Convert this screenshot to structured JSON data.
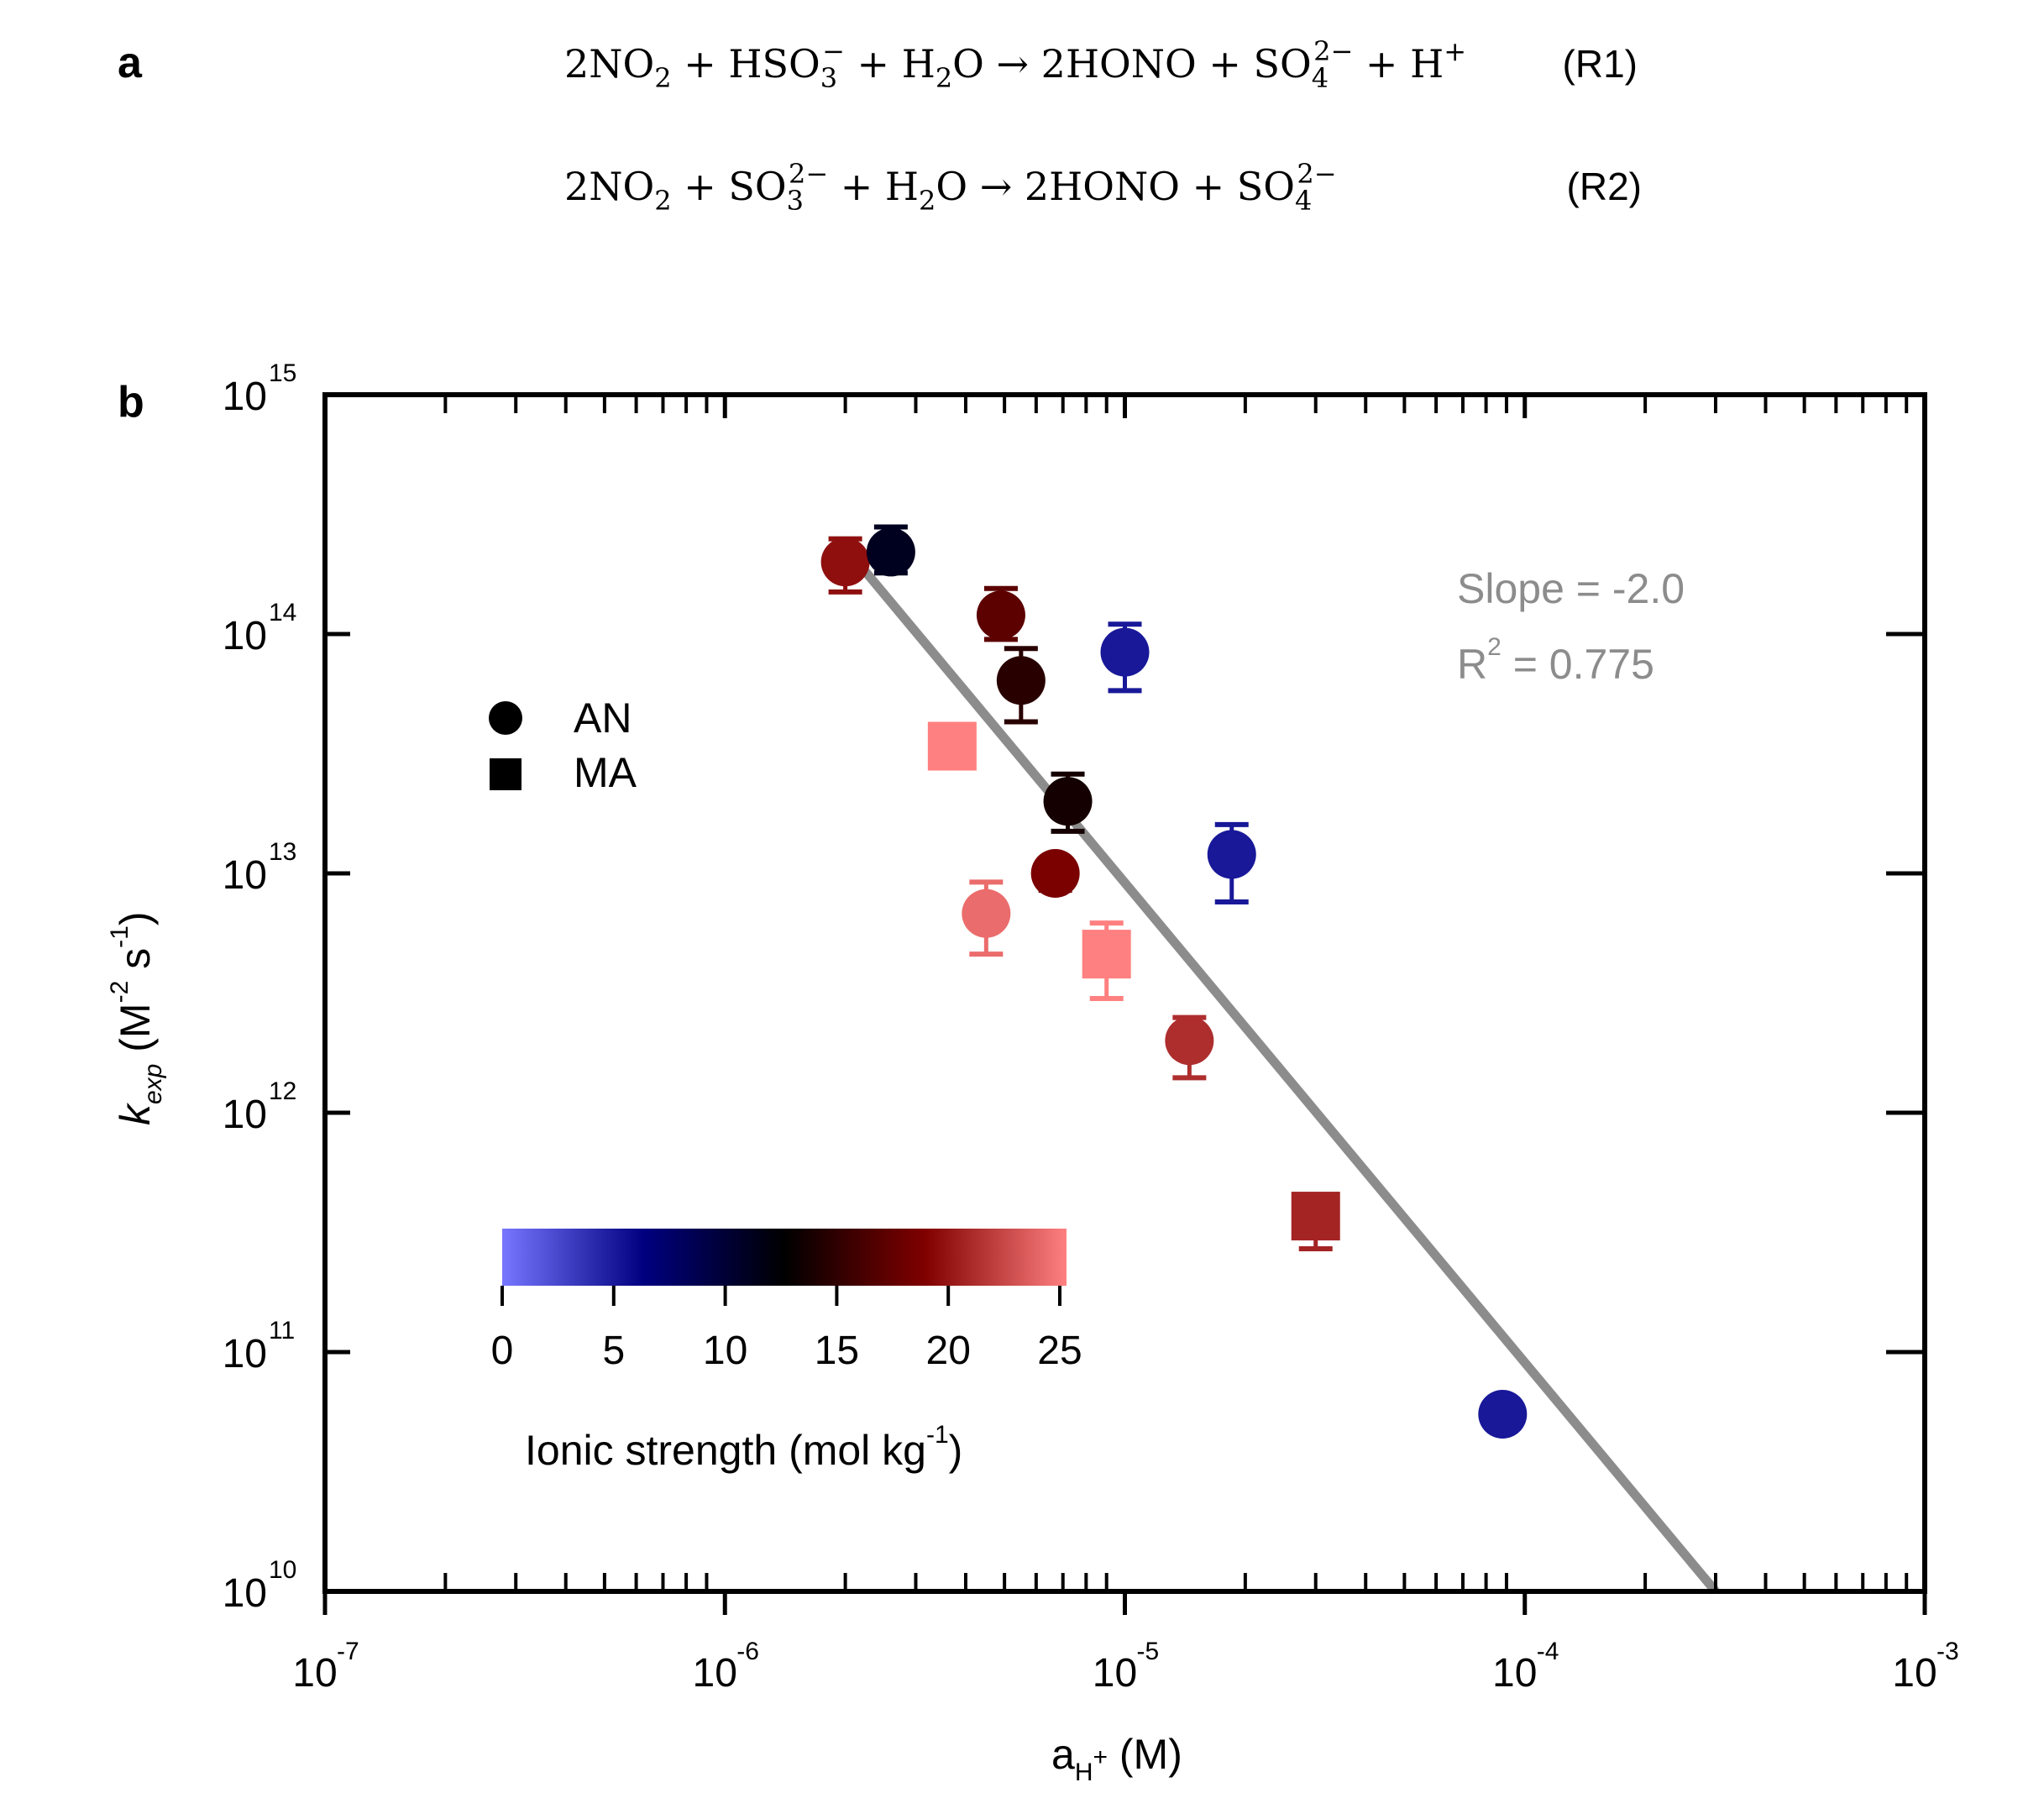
{
  "panel_a": {
    "label": "a",
    "equations": [
      {
        "parts": [
          {
            "t": "2NO"
          },
          {
            "t": "2",
            "sub": true
          },
          {
            "t": " + HSO"
          },
          {
            "t": "3",
            "sub": true
          },
          {
            "t": "−",
            "sup": true
          },
          {
            "t": " + H"
          },
          {
            "t": "2",
            "sub": true
          },
          {
            "t": "O → 2HONO + SO"
          },
          {
            "t": "4",
            "sub": true
          },
          {
            "t": "2−",
            "sup": true
          },
          {
            "t": " + H"
          },
          {
            "t": "+",
            "sup": true
          }
        ],
        "tag": "(R1)"
      },
      {
        "parts": [
          {
            "t": "2NO"
          },
          {
            "t": "2",
            "sub": true
          },
          {
            "t": " + SO"
          },
          {
            "t": "3",
            "sub": true
          },
          {
            "t": "2−",
            "sup": true
          },
          {
            "t": " + H"
          },
          {
            "t": "2",
            "sub": true
          },
          {
            "t": "O → 2HONO + SO"
          },
          {
            "t": "4",
            "sub": true
          },
          {
            "t": "2−",
            "sup": true
          }
        ],
        "tag": "(R2)"
      }
    ]
  },
  "chart_data": {
    "type": "scatter",
    "panel_label": "b",
    "x_scale": "log",
    "y_scale": "log",
    "xlim": [
      1e-07,
      0.001
    ],
    "ylim": [
      10000000000.0,
      1000000000000000.0
    ],
    "x_ticks": [
      "10",
      "10",
      "10",
      "10",
      "10"
    ],
    "x_tick_exponents": [
      "-7",
      "-6",
      "-5",
      "-4",
      "-3"
    ],
    "y_ticks": [
      "10",
      "10",
      "10",
      "10",
      "10",
      "10"
    ],
    "y_tick_exponents": [
      "10",
      "11",
      "12",
      "13",
      "14",
      "15"
    ],
    "xlabel": {
      "base": "a",
      "sub": "H",
      "subsup": "+",
      "rest": " (M)"
    },
    "ylabel": {
      "base": "k",
      "sub": "exp",
      "unit_open": " (M",
      "exp1": "-2",
      "mid": " s",
      "exp2": "-1",
      "close": ")"
    },
    "grid": false,
    "legend": {
      "placement": "upper-left",
      "entries": [
        {
          "marker": "circle",
          "label": "AN"
        },
        {
          "marker": "square",
          "label": "MA"
        }
      ]
    },
    "colorbar": {
      "label": "Ionic strength (mol kg",
      "label_exp": "-1",
      "label_close": ")",
      "ticks": [
        "0",
        "5",
        "10",
        "15",
        "20",
        "25"
      ],
      "range": [
        0,
        25
      ],
      "stops": [
        "#7777ff",
        "#000080",
        "#000000",
        "#800000",
        "#ff8080"
      ]
    },
    "series": [
      {
        "marker": "circle",
        "points": [
          {
            "x": 2e-06,
            "y": 200000000000000.0,
            "err_low": 150000000000000.0,
            "err_high": 250000000000000.0,
            "ionic_strength": 19.5
          },
          {
            "x": 2.6e-06,
            "y": 220000000000000.0,
            "err_low": 180000000000000.0,
            "err_high": 280000000000000.0,
            "ionic_strength": 11.0
          },
          {
            "x": 4.9e-06,
            "y": 120000000000000.0,
            "err_low": 95000000000000.0,
            "err_high": 155000000000000.0,
            "ionic_strength": 17.0
          },
          {
            "x": 5.5e-06,
            "y": 64000000000000.0,
            "err_low": 43000000000000.0,
            "err_high": 87000000000000.0,
            "ionic_strength": 14.5
          },
          {
            "x": 7.2e-06,
            "y": 20000000000000.0,
            "err_low": 15000000000000.0,
            "err_high": 26000000000000.0,
            "ionic_strength": 13.5
          },
          {
            "x": 6.7e-06,
            "y": 10000000000000.0,
            "err_low": 8500000000000.0,
            "err_high": 11500000000000.0,
            "ionic_strength": 18.5
          },
          {
            "x": 4.5e-06,
            "y": 6800000000000.0,
            "err_low": 4600000000000.0,
            "err_high": 9200000000000.0,
            "ionic_strength": 24.0
          },
          {
            "x": 1e-05,
            "y": 84000000000000.0,
            "err_low": 58000000000000.0,
            "err_high": 110000000000000.0,
            "ionic_strength": 5.0
          },
          {
            "x": 1.85e-05,
            "y": 12000000000000.0,
            "err_low": 7600000000000.0,
            "err_high": 16000000000000.0,
            "ionic_strength": 5.0
          },
          {
            "x": 1.45e-05,
            "y": 2000000000000.0,
            "err_low": 1400000000000.0,
            "err_high": 2500000000000.0,
            "ionic_strength": 21.0
          },
          {
            "x": 8.8e-05,
            "y": 55000000000.0,
            "err_low": 48000000000.0,
            "err_high": 62000000000.0,
            "ionic_strength": 5.0
          }
        ]
      },
      {
        "marker": "square",
        "points": [
          {
            "x": 3.7e-06,
            "y": 34000000000000.0,
            "err_low": 29000000000000.0,
            "err_high": 39000000000000.0,
            "ionic_strength": 25.0
          },
          {
            "x": 9e-06,
            "y": 4600000000000.0,
            "err_low": 3000000000000.0,
            "err_high": 6200000000000.0,
            "ionic_strength": 25.0
          },
          {
            "x": 3e-05,
            "y": 370000000000.0,
            "err_low": 270000000000.0,
            "err_high": 450000000000.0,
            "ionic_strength": 20.5
          }
        ]
      }
    ],
    "fit": {
      "x": [
        2e-06,
        0.0003
      ],
      "y": [
        230000000000000.0,
        10000000000.0
      ],
      "color": "#8c8c8c",
      "annotation_slope": "Slope = -2.0",
      "annotation_r2_prefix": "R",
      "annotation_r2_exp": "2",
      "annotation_r2_value": " = 0.775"
    }
  }
}
